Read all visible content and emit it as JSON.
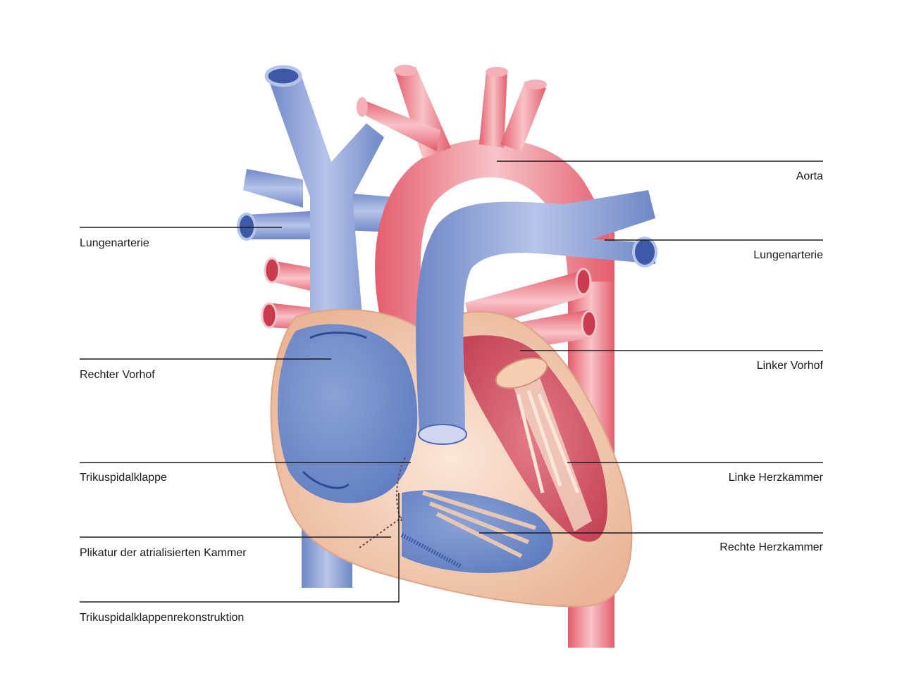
{
  "labels": {
    "aorta": "Aorta",
    "lungenarterie_left": "Lungenarterie",
    "lungenarterie_right": "Lungenarterie",
    "rechter_vorhof": "Rechter Vorhof",
    "linker_vorhof": "Linker Vorhof",
    "trikuspidalklappe": "Trikuspidalklappe",
    "linke_herzkammer": "Linke Herzkammer",
    "plikatur": "Plikatur der atrialisierten Kammer",
    "rechte_herzkammer": "Rechte Herzkammer",
    "rekonstruktion": "Trikuspidalklappenrekonstruktion"
  },
  "colors": {
    "venous_blue": "#7b95cc",
    "venous_light": "#aab9e3",
    "arterial_red": "#e8727f",
    "arterial_light": "#f5b0b7",
    "muscle_wall": "#f2c8ae",
    "chamber_red": "#d04c5d",
    "chamber_blue": "#6f8ac6"
  }
}
